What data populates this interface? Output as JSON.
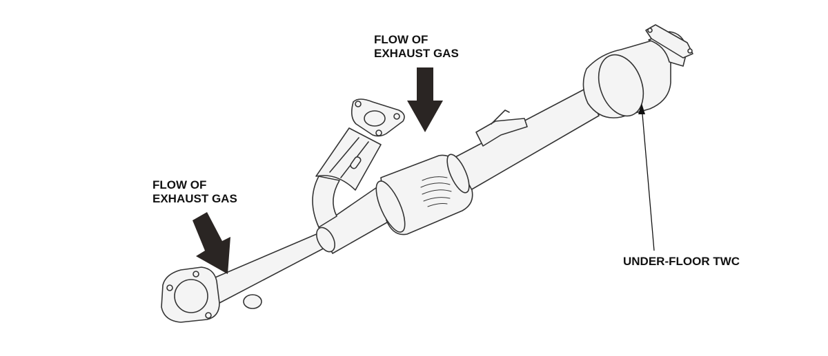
{
  "labels": {
    "flow_top": {
      "line1": "FLOW OF",
      "line2": "EXHAUST GAS"
    },
    "flow_left": {
      "line1": "FLOW OF",
      "line2": "EXHAUST GAS"
    },
    "under_floor_twc": "UNDER-FLOOR TWC"
  },
  "colors": {
    "outline": "#333333",
    "fill": "#f4f4f4",
    "arrow": "#2a2523",
    "background": "#ffffff"
  }
}
